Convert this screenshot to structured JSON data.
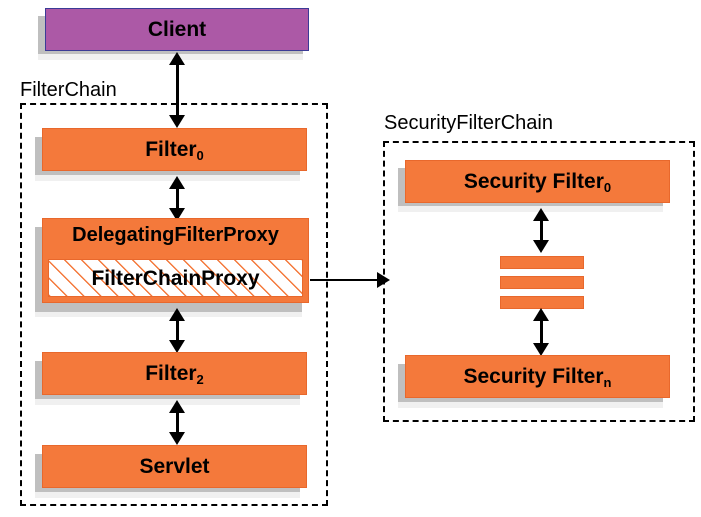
{
  "diagram": {
    "title": "Spring Security FilterChain / SecurityFilterChain delegation diagram",
    "colors": {
      "orange_fill": "#f4793b",
      "orange_border": "#e8682c",
      "purple_fill": "#ac59a6",
      "purple_border": "#3b3b96",
      "shadow_dark": "#bfbfbf",
      "shadow_pale": "#f0f0f0",
      "line": "#000000",
      "hatch_background": "#ffffff"
    }
  },
  "groups": [
    {
      "id": "filter-chain",
      "label": "FilterChain"
    },
    {
      "id": "security-filter-chain",
      "label": "SecurityFilterChain"
    }
  ],
  "nodes": {
    "client": {
      "label": "Client",
      "style": "purple"
    },
    "filter0": {
      "label": "Filter",
      "sub": "0",
      "style": "orange"
    },
    "delegating_filter_proxy": {
      "label": "DelegatingFilterProxy",
      "style": "orange"
    },
    "filter_chain_proxy": {
      "label": "FilterChainProxy",
      "style": "hatched"
    },
    "filter2": {
      "label": "Filter",
      "sub": "2",
      "style": "orange"
    },
    "servlet": {
      "label": "Servlet",
      "style": "orange"
    },
    "security_filter0": {
      "label": "Security Filter",
      "sub": "0",
      "style": "orange"
    },
    "security_filtern": {
      "label": "Security Filter",
      "sub": "n",
      "style": "orange"
    },
    "ellipsis_bars": {
      "count": 3,
      "style": "orange"
    }
  },
  "connectors": [
    {
      "id": "client-filter0",
      "type": "double-vertical"
    },
    {
      "id": "filter0-delegating",
      "type": "double-vertical"
    },
    {
      "id": "delegating-filter2",
      "type": "double-vertical"
    },
    {
      "id": "filter2-servlet",
      "type": "double-vertical"
    },
    {
      "id": "proxy-to-security-chain",
      "type": "single-horizontal-right"
    },
    {
      "id": "securityfilter0-ellipsis",
      "type": "double-vertical"
    },
    {
      "id": "ellipsis-securityfiltern",
      "type": "double-vertical"
    }
  ]
}
